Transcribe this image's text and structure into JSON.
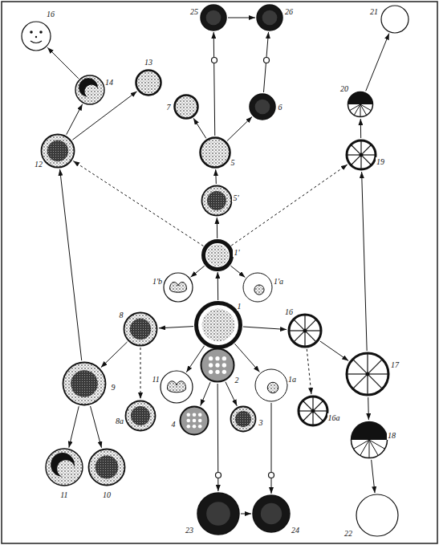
{
  "diagram": {
    "nodes": [
      {
        "text": [
          "16"
        ]
      },
      {
        "text": [
          "25"
        ]
      },
      {
        "text": [
          "26"
        ]
      },
      {
        "text": [
          "21"
        ]
      },
      {
        "text": [
          "14"
        ]
      },
      {
        "text": [
          "13"
        ]
      },
      {
        "text": [
          "7"
        ]
      },
      {
        "text": [
          "6"
        ]
      },
      {
        "text": [
          "20"
        ]
      },
      {
        "text": [
          "12"
        ]
      },
      {
        "text": [
          "5"
        ]
      },
      {
        "text": [
          "19"
        ]
      },
      {
        "text": [
          "5'"
        ]
      },
      {
        "text": [
          "1'"
        ]
      },
      {
        "text": [
          "1'b"
        ]
      },
      {
        "text": [
          "1'a"
        ]
      },
      {
        "text": [
          "1"
        ]
      },
      {
        "text": [
          "8"
        ]
      },
      {
        "text": [
          "16"
        ]
      },
      {
        "text": [
          "2"
        ]
      },
      {
        "text": [
          "9"
        ]
      },
      {
        "text": [
          "11"
        ]
      },
      {
        "text": [
          "1a"
        ]
      },
      {
        "text": [
          "17"
        ]
      },
      {
        "text": [
          "8a"
        ]
      },
      {
        "text": [
          "4"
        ]
      },
      {
        "text": [
          "3"
        ]
      },
      {
        "text": [
          "16a"
        ]
      },
      {
        "text": [
          "18"
        ]
      },
      {
        "text": [
          "11"
        ]
      },
      {
        "text": [
          "10"
        ]
      },
      {
        "text": [
          "23"
        ]
      },
      {
        "text": [
          "24"
        ]
      },
      {
        "text": [
          "22"
        ]
      }
    ],
    "edges": [
      {
        "from": 16,
        "to": 13,
        "arrow": "to"
      },
      {
        "from": 13,
        "to": 14,
        "arrow": "to"
      },
      {
        "from": 13,
        "to": 15,
        "arrow": "to"
      },
      {
        "from": 13,
        "to": 12,
        "arrow": "to"
      },
      {
        "from": 12,
        "to": 10,
        "arrow": "to"
      },
      {
        "from": 10,
        "to": 6,
        "arrow": "to"
      },
      {
        "from": 10,
        "to": 7,
        "arrow": "to"
      },
      {
        "from": 10,
        "to": 1,
        "arrow": "to"
      },
      {
        "from": 1,
        "to": 2,
        "arrow": "to"
      },
      {
        "from": 7,
        "to": 2,
        "arrow": "to"
      },
      {
        "from": 13,
        "to": 9,
        "arrow": "to"
      },
      {
        "from": 13,
        "to": 11,
        "arrow": "to"
      },
      {
        "from": 9,
        "to": 4,
        "arrow": "to"
      },
      {
        "from": 9,
        "to": 5,
        "arrow": "to"
      },
      {
        "from": 4,
        "to": 0,
        "arrow": "to"
      },
      {
        "from": 11,
        "to": 8,
        "arrow": "to"
      },
      {
        "from": 8,
        "to": 3,
        "arrow": "to"
      },
      {
        "from": 16,
        "to": 17,
        "arrow": "to"
      },
      {
        "from": 16,
        "to": 19,
        "arrow": "to"
      },
      {
        "from": 16,
        "to": 21,
        "arrow": "to"
      },
      {
        "from": 16,
        "to": 22,
        "arrow": "to"
      },
      {
        "from": 16,
        "to": 18,
        "arrow": "to"
      },
      {
        "from": 17,
        "to": 20,
        "arrow": "to"
      },
      {
        "from": 17,
        "to": 24,
        "arrow": "to"
      },
      {
        "from": 20,
        "to": 9,
        "arrow": "to"
      },
      {
        "from": 20,
        "to": 29,
        "arrow": "to"
      },
      {
        "from": 20,
        "to": 30,
        "arrow": "to"
      },
      {
        "from": 19,
        "to": 25,
        "arrow": "to"
      },
      {
        "from": 19,
        "to": 26,
        "arrow": "to"
      },
      {
        "from": 19,
        "to": 31,
        "arrow": "to"
      },
      {
        "from": 22,
        "to": 32,
        "arrow": "to"
      },
      {
        "from": 31,
        "to": 32,
        "arrow": "to"
      },
      {
        "from": 18,
        "to": 23,
        "arrow": "to"
      },
      {
        "from": 18,
        "to": 27,
        "arrow": "to"
      },
      {
        "from": 23,
        "to": 11,
        "arrow": "to"
      },
      {
        "from": 23,
        "to": 28,
        "arrow": "to"
      },
      {
        "from": 28,
        "to": 33,
        "arrow": "to"
      }
    ]
  }
}
